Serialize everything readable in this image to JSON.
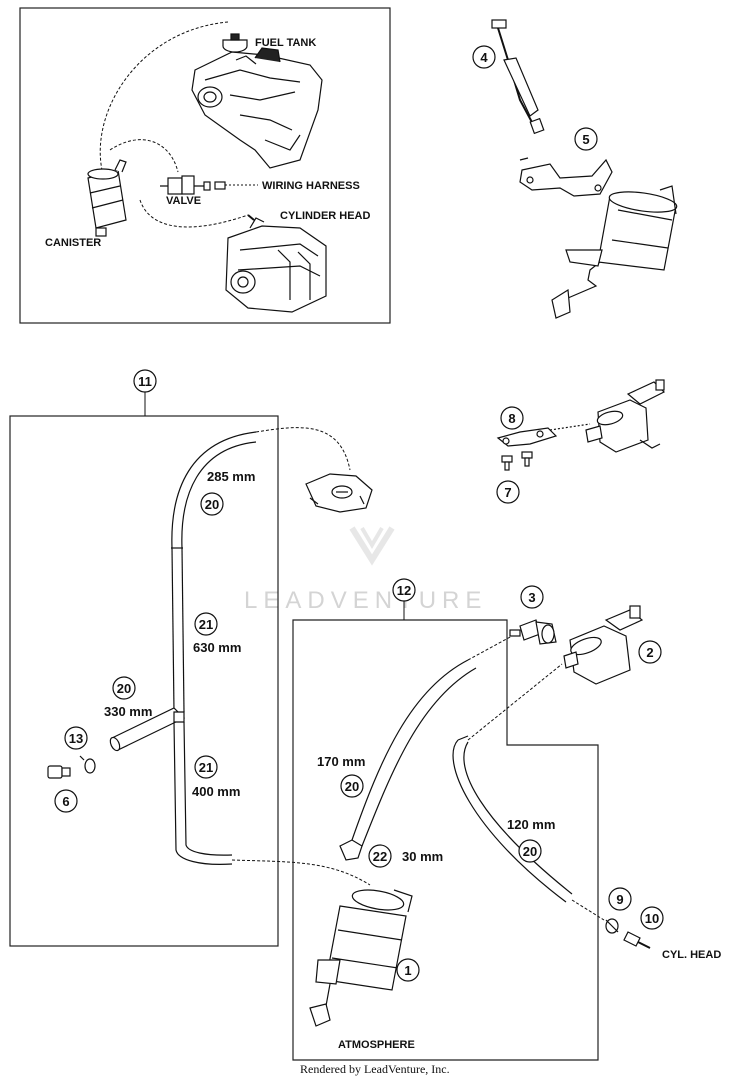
{
  "labels": {
    "fuel_tank": "FUEL TANK",
    "wiring_harness": "WIRING HARNESS",
    "valve": "VALVE",
    "canister": "CANISTER",
    "cylinder_head": "CYLINDER HEAD",
    "cyl_head": "CYL. HEAD",
    "atmosphere": "ATMOSPHERE"
  },
  "callouts": {
    "c1": "1",
    "c2": "2",
    "c3": "3",
    "c4": "4",
    "c5": "5",
    "c6": "6",
    "c7": "7",
    "c8": "8",
    "c9": "9",
    "c10": "10",
    "c11": "11",
    "c12": "12",
    "c13": "13",
    "c20a": "20",
    "c20b": "20",
    "c20c": "20",
    "c20d": "20",
    "c21a": "21",
    "c21b": "21",
    "c22": "22"
  },
  "measurements": {
    "m285": "285 mm",
    "m630": "630 mm",
    "m330": "330 mm",
    "m400": "400 mm",
    "m170": "170 mm",
    "m30": "30 mm",
    "m120": "120 mm"
  },
  "watermark": "LEADVENTURE",
  "credit": "Rendered by LeadVenture, Inc."
}
